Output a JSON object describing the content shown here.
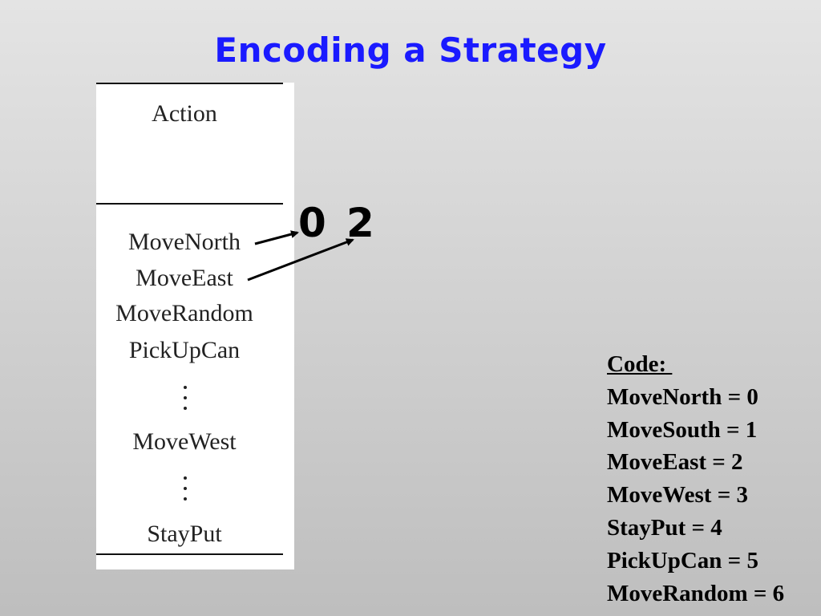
{
  "slide": {
    "title": "Encoding a Strategy"
  },
  "table": {
    "header": "Action",
    "actions": [
      "MoveNorth",
      "MoveEast",
      "MoveRandom",
      "PickUpCan",
      "MoveWest",
      "StayPut"
    ]
  },
  "encoding": {
    "digits": [
      "0",
      "2"
    ]
  },
  "code": {
    "heading": "Code: ",
    "lines": [
      "MoveNorth = 0",
      "MoveSouth = 1",
      "MoveEast = 2",
      "MoveWest = 3",
      "StayPut = 4",
      "PickUpCan = 5",
      "MoveRandom = 6"
    ]
  },
  "colors": {
    "title": "#1a1aff",
    "text": "#000000",
    "table_background": "#ffffff"
  }
}
